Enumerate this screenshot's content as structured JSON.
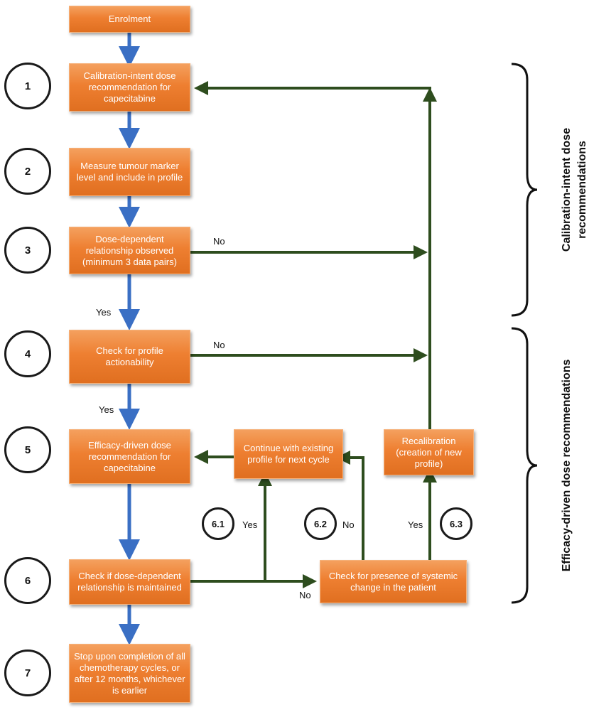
{
  "boxes": {
    "enrolment": "Enrolment",
    "step1": "Calibration-intent dose recommendation for capecitabine",
    "step2": "Measure tumour marker level and include in profile",
    "step3": "Dose-dependent relationship observed (minimum 3 data pairs)",
    "step4": "Check for profile actionability",
    "step5": "Efficacy-driven dose recommendation for capecitabine",
    "continue": "Continue with existing profile for next cycle",
    "recalibration": "Recalibration (creation of new profile)",
    "step6": "Check if dose-dependent relationship is maintained",
    "systemic": "Check for presence of systemic change in the patient",
    "step7": "Stop upon completion of all chemotherapy cycles, or after 12 months, whichever is earlier"
  },
  "steps": {
    "s1": "1",
    "s2": "2",
    "s3": "3",
    "s4": "4",
    "s5": "5",
    "s6": "6",
    "s7": "7",
    "s61": "6.1",
    "s62": "6.2",
    "s63": "6.3"
  },
  "edge_labels": {
    "no3": "No",
    "yes3": "Yes",
    "no4": "No",
    "yes4": "Yes",
    "yes61": "Yes",
    "no62": "No",
    "yes63": "Yes",
    "no6": "No"
  },
  "phases": {
    "calibration": "Calibration-intent dose recommendations",
    "efficacy": "Efficacy-driven dose recommendations"
  },
  "colors": {
    "box_fill": "#ee7f31",
    "blue_arrow": "#3a6fc4",
    "green_arrow": "#2e4d1e"
  }
}
